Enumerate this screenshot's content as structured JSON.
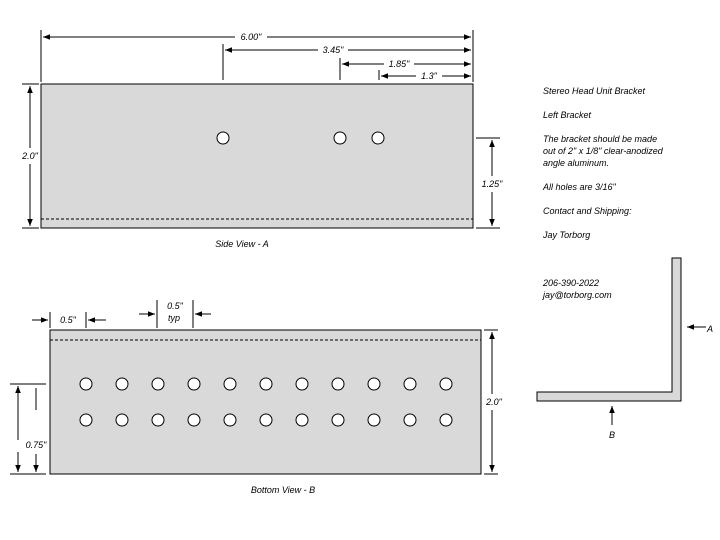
{
  "notes": {
    "title": "Stereo Head Unit Bracket",
    "subtitle": "Left Bracket",
    "material_line1": "The bracket should be made",
    "material_line2": "out of 2\" x 1/8\" clear-anodized",
    "material_line3": "angle aluminum.",
    "holes_note": "All holes are 3/16\"",
    "contact_heading": "Contact and Shipping:",
    "contact_name": "Jay Torborg",
    "contact_phone": "206-390-2022",
    "contact_email": "jay@torborg.com"
  },
  "side_view": {
    "caption": "Side View - A",
    "dims": {
      "overall_length": "6.00\"",
      "hole1_from_right": "3.45\"",
      "hole2_from_right": "1.85\"",
      "hole3_from_right": "1.3\"",
      "height": "2.0\"",
      "hole_height": "1.25\""
    }
  },
  "bottom_view": {
    "caption": "Bottom View - B",
    "dims": {
      "edge_offset": "0.5\"",
      "spacing": "0.5\"",
      "spacing_note": "typ",
      "height": "2.0\"",
      "row_offset": "0.75\""
    },
    "rows": 2,
    "holes_per_row": 11
  },
  "profile_view": {
    "label_a": "A",
    "label_b": "B"
  }
}
